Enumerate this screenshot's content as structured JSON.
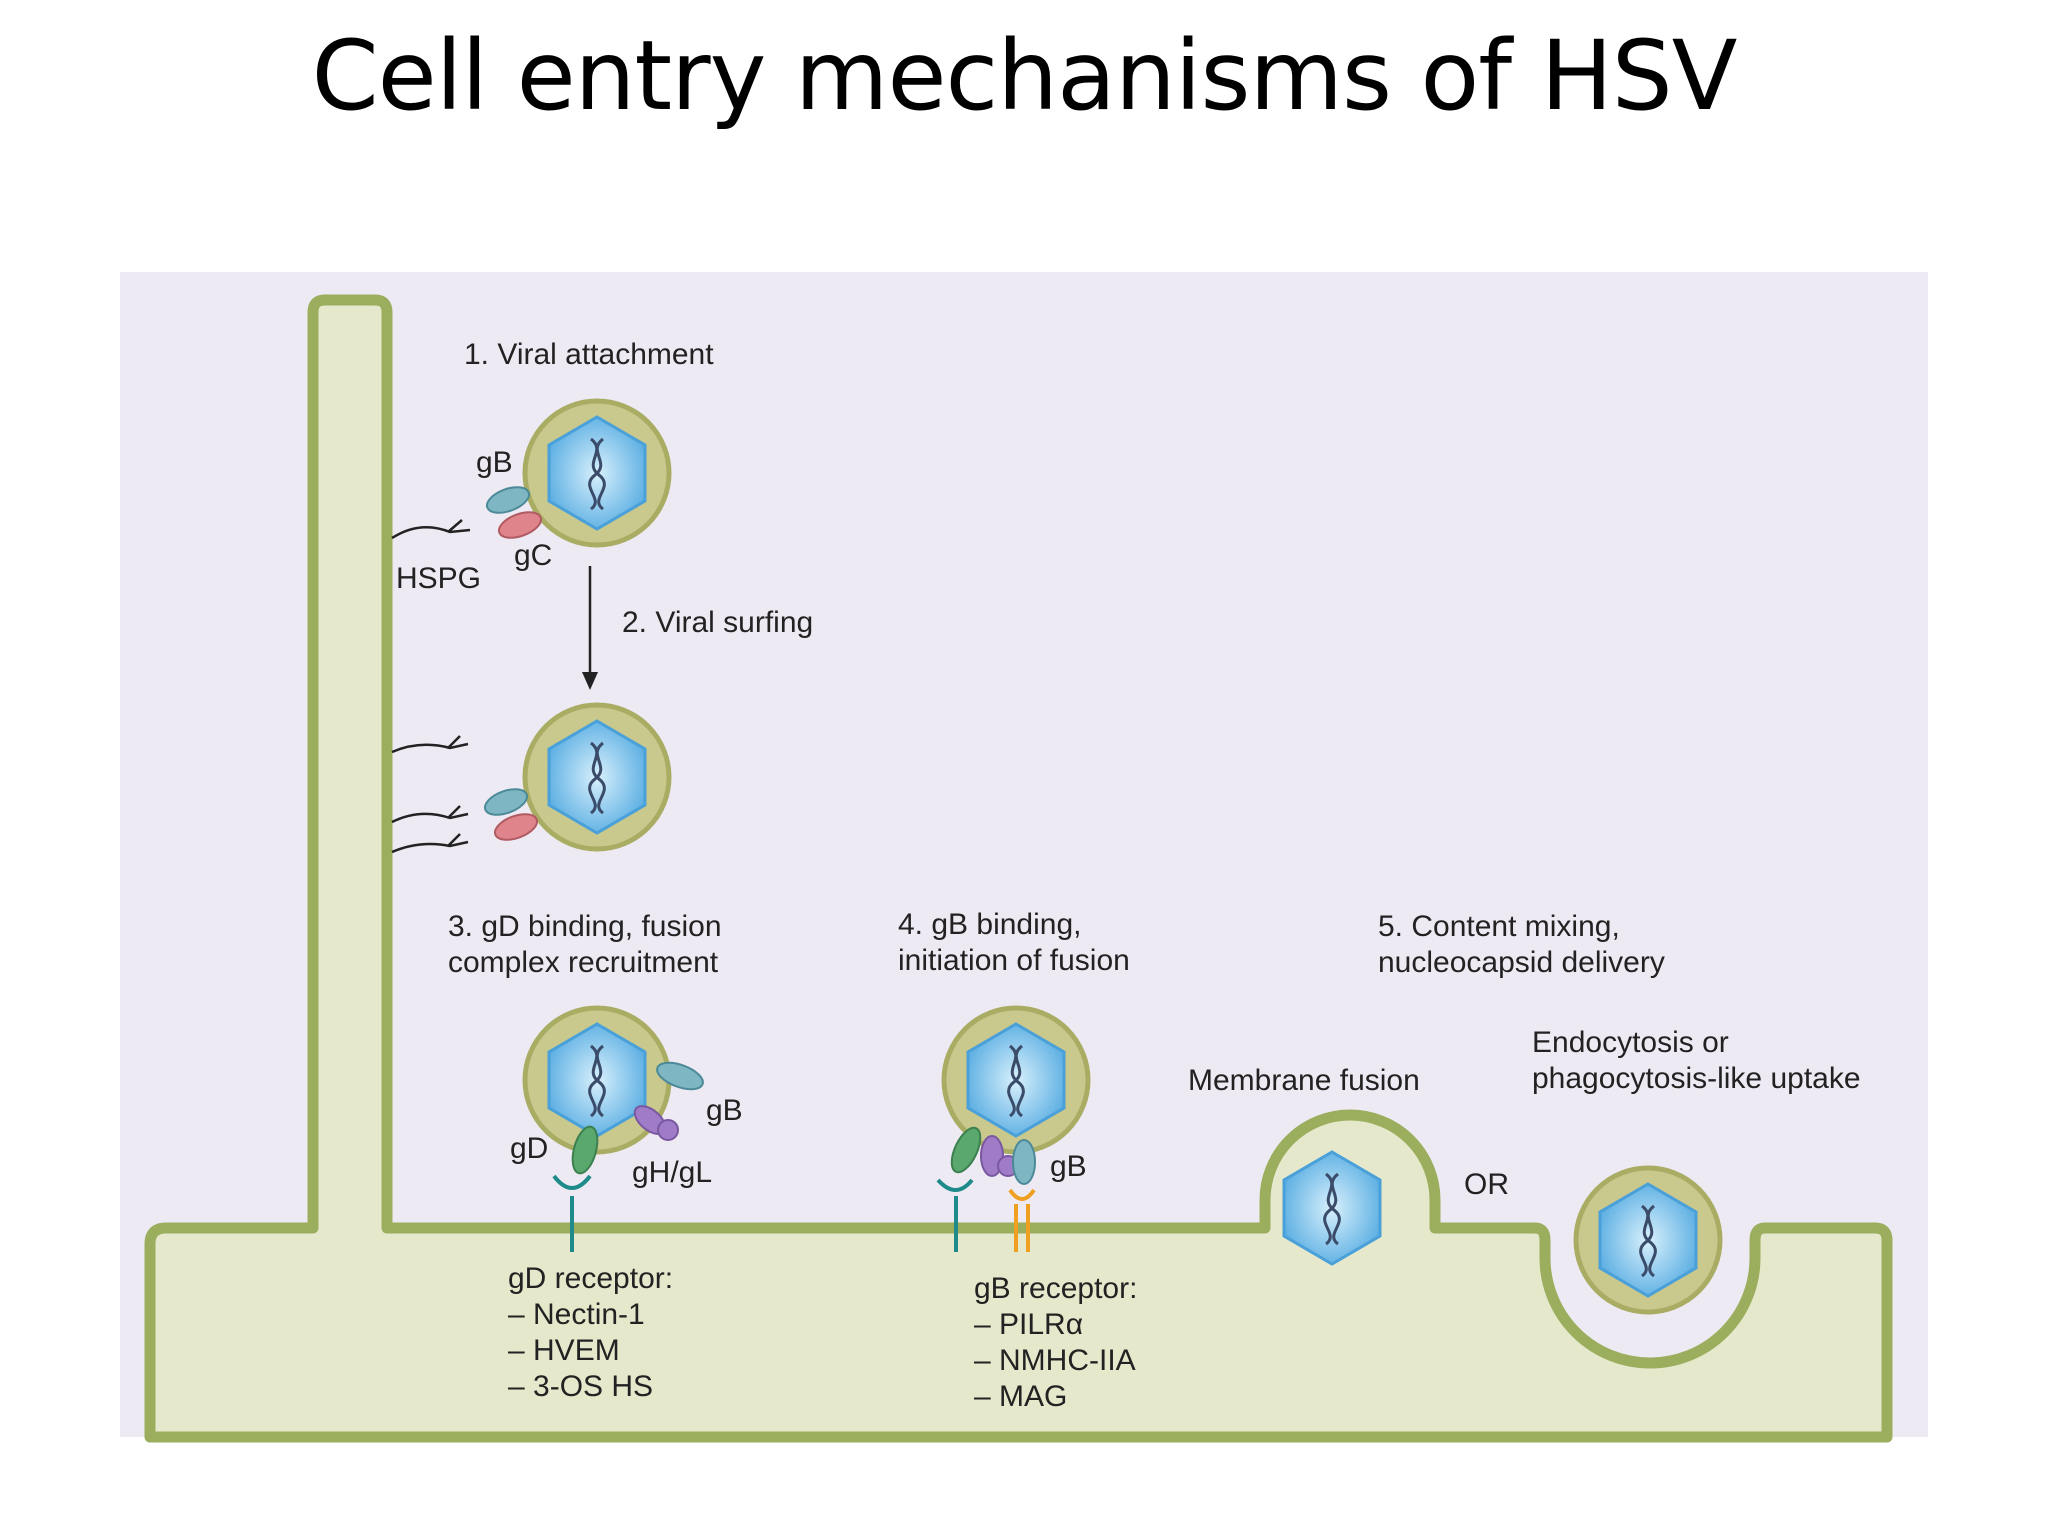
{
  "title": "Cell entry mechanisms of HSV",
  "steps": {
    "s1": "1. Viral attachment",
    "s2": "2. Viral surfing",
    "s3_line1": "3. gD binding, fusion",
    "s3_line2": "complex recruitment",
    "s4_line1": "4. gB binding,",
    "s4_line2": "initiation of fusion",
    "s5_line1": "5. Content mixing,",
    "s5_line2": "nucleocapsid delivery"
  },
  "labels": {
    "gB": "gB",
    "gC": "gC",
    "HSPG": "HSPG",
    "gD": "gD",
    "gH_gL": "gH/gL",
    "membrane_fusion": "Membrane fusion",
    "endocytosis_line1": "Endocytosis or",
    "endocytosis_line2": "phagocytosis-like uptake",
    "or": "OR"
  },
  "gd_receptor": {
    "heading": "gD receptor:",
    "items": [
      "– Nectin-1",
      "– HVEM",
      "– 3-OS HS"
    ]
  },
  "gb_receptor": {
    "heading": "gB receptor:",
    "items": [
      "– PILRα",
      "– NMHC-IIA",
      "– MAG"
    ]
  },
  "colors": {
    "panel_bg": "#eeeaf3",
    "cell": "#e6e8cc",
    "membrane": "#9aae5e",
    "envelope": "#c9c98e",
    "capsid": "#5fb4e6",
    "gB_protein": "#7fb6c4",
    "gC_protein": "#e0848c",
    "gD_protein": "#5aa86e",
    "gHgL_protein": "#a07cc8",
    "gD_receptor": "#1e8a8a",
    "gB_receptor": "#f0a020"
  }
}
